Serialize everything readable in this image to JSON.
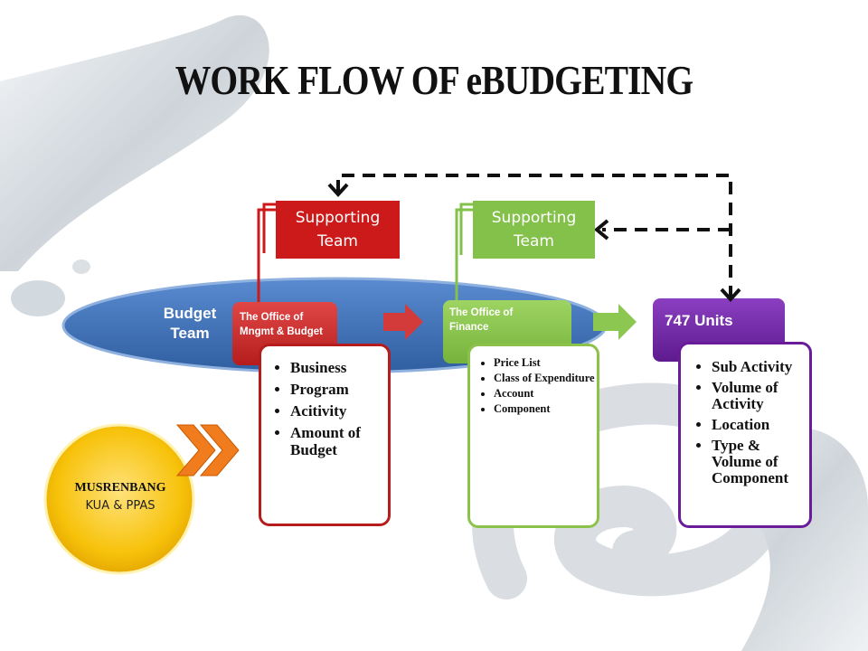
{
  "title": "WORK FLOW OF eBUDGETING",
  "budget_team": {
    "line1": "Budget",
    "line2": "Team"
  },
  "supporting_red": {
    "line1": "Supporting",
    "line2": "Team"
  },
  "supporting_green": {
    "line1": "Supporting",
    "line2": "Team"
  },
  "office_mngmt": {
    "line1": "The Office of",
    "line2": "Mngmt & Budget"
  },
  "office_finance": {
    "line1": "The Office of",
    "line2": "Finance"
  },
  "units": {
    "label": "747 Units"
  },
  "card_mngmt": {
    "items": [
      "Business",
      "Program",
      "Acitivity",
      "Amount of Budget"
    ]
  },
  "card_finance": {
    "items": [
      "Price List",
      "Class of Expenditure",
      "Account",
      "Component"
    ]
  },
  "card_units": {
    "items": [
      "Sub Activity",
      "Volume of Activity",
      "Location",
      "Type & Volume of Component"
    ]
  },
  "musrenbang": {
    "line1": "MUSRENBANG",
    "line2": "KUA & PPAS"
  },
  "colors": {
    "red": "#cc1a1a",
    "green": "#84c14a",
    "purple": "#6a1b9a",
    "blue_ellipse": "#3b6cb0",
    "yellow_circle": "#f5b800",
    "orange_chevron": "#f07c1e"
  },
  "icons": [
    "dashed-feedback-arrow",
    "chevron-double-right-icon",
    "block-arrow-right-icon"
  ]
}
